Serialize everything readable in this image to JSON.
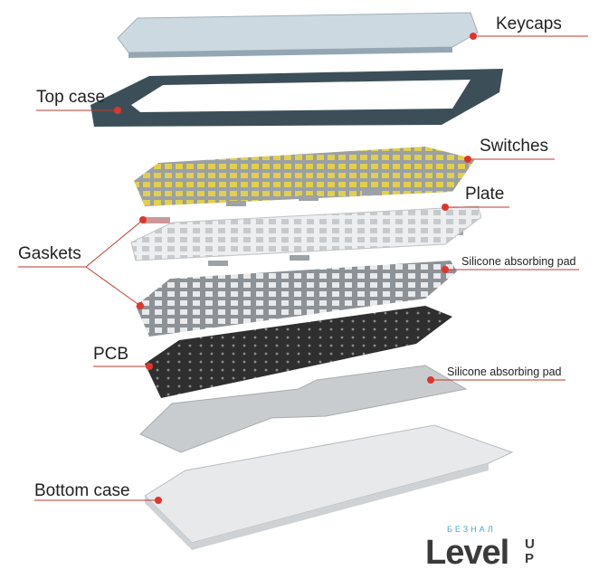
{
  "labels": {
    "keycaps": "Keycaps",
    "top_case": "Top case",
    "switches": "Switches",
    "plate": "Plate",
    "gaskets": "Gaskets",
    "silicone_pad_upper": "Silicone absorbing pad",
    "pcb": "PCB",
    "silicone_pad_lower": "Silicone absorbing pad",
    "bottom_case": "Bottom case"
  },
  "logo": {
    "top": "БЕЗНАЛ",
    "main": "Level",
    "suffix": "UP"
  },
  "colors": {
    "marker": "#e0352b",
    "leader": "#c0392b",
    "top_case": "#3c4f58",
    "pcb": "#2e2e2e",
    "keycaps": "#cdd9e0",
    "switches": "#d8c64a"
  }
}
